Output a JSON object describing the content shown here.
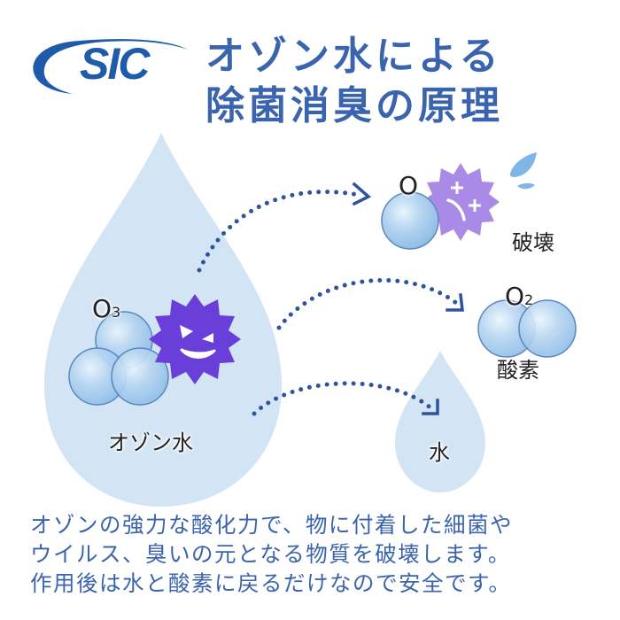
{
  "brand": {
    "logo_text": "SIC",
    "color": "#1F5BAA"
  },
  "header": {
    "title_line1": "オゾン水による",
    "title_line2": "除菌消臭の原理",
    "color": "#3B64AE"
  },
  "diagram": {
    "ozone_water": {
      "label": "オゾン水",
      "molecule": {
        "symbol": "O",
        "subscript": "3"
      }
    },
    "outcomes": [
      {
        "id": "destroy",
        "label": "破壊",
        "molecule": {
          "symbol": "O",
          "subscript": ""
        }
      },
      {
        "id": "oxygen",
        "label": "酸素",
        "molecule": {
          "symbol": "O",
          "subscript": "2"
        }
      },
      {
        "id": "water",
        "label": "水"
      }
    ],
    "colors": {
      "drop_fill": "#D3E5F4",
      "bubble_fill": "#9CC7EC",
      "bubble_stroke": "#5B86BE",
      "germ_active": "#6A3FD9",
      "germ_destroyed": "#A98AE6",
      "splash": "#7FB6E6",
      "arrow": "#2E54A0"
    }
  },
  "description": {
    "lines": [
      "オゾンの強力な酸化力で、物に付着した細菌や",
      "ウイルス、臭いの元となる物質を破壊します。",
      "作用後は水と酸素に戻るだけなので安全です。"
    ],
    "color": "#3B64AE"
  }
}
